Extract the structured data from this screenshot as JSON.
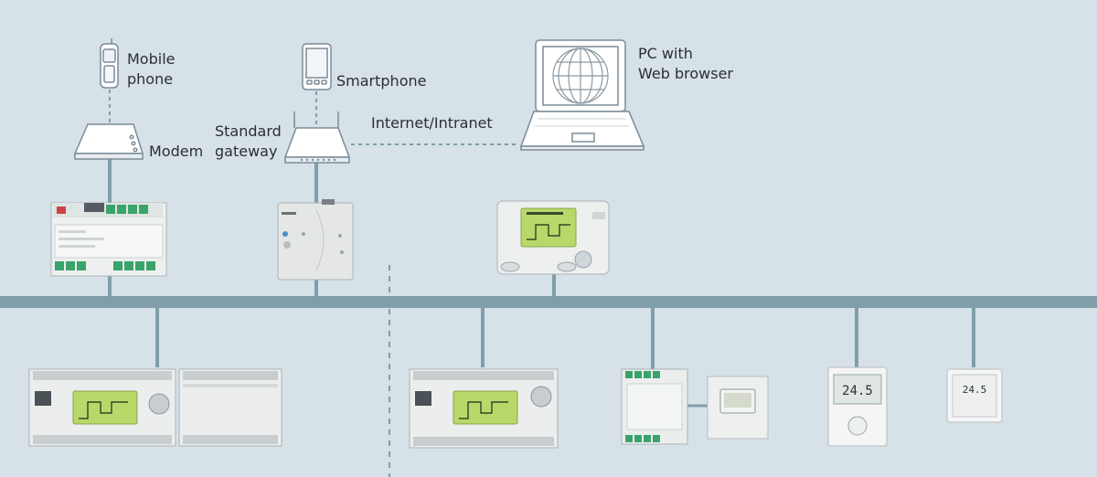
{
  "labels": {
    "mobile_line1": "Mobile",
    "mobile_line2": "phone",
    "smartphone": "Smartphone",
    "pc_line1": "PC with",
    "pc_line2": "Web browser",
    "standard_line1": "Standard",
    "standard_line2": "gateway",
    "modem": "Modem",
    "internet": "Internet/Intranet"
  },
  "displays": {
    "thermostat_a": "24.5",
    "thermostat_b": "24.5"
  },
  "colors": {
    "background": "#d6e1e8",
    "bus": "#7f9ea9",
    "outline": "#7a8c97",
    "lcd": "#b9d86a"
  }
}
